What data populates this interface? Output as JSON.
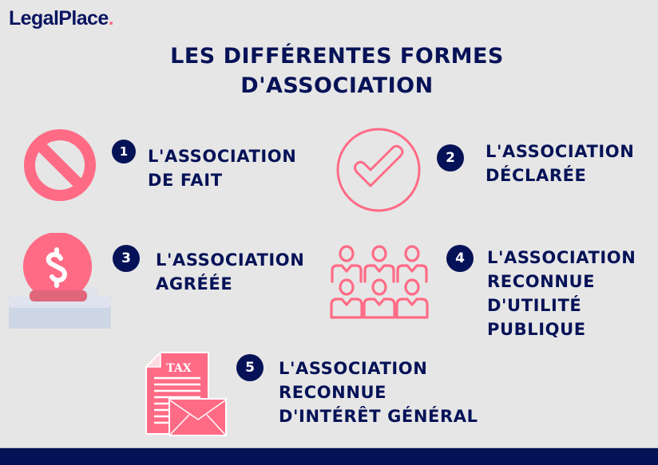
{
  "brand": {
    "name": "LegalPlace",
    "dot": ".",
    "text_color": "#0a1460",
    "accent_color": "#ff6b85"
  },
  "title": {
    "line1": "LES DIFFÉRENTES FORMES",
    "line2": "D'ASSOCIATION"
  },
  "colors": {
    "background": "#e6e6e6",
    "navy": "#061257",
    "pink": "#ff6b85",
    "footer": "#031155"
  },
  "items": [
    {
      "number": "1",
      "icon": "prohibited-icon",
      "lines": [
        "L'ASSOCIATION",
        "DE FAIT"
      ]
    },
    {
      "number": "2",
      "icon": "checkmark-circle-icon",
      "lines": [
        "L'ASSOCIATION",
        "DÉCLARÉE"
      ]
    },
    {
      "number": "3",
      "icon": "coin-dollar-box-icon",
      "lines": [
        "L'ASSOCIATION",
        "AGRÉÉE"
      ]
    },
    {
      "number": "4",
      "icon": "group-people-icon",
      "lines": [
        "L'ASSOCIATION",
        "RECONNUE",
        "D'UTILITÉ",
        "PUBLIQUE"
      ]
    },
    {
      "number": "5",
      "icon": "tax-document-envelope-icon",
      "tax_label": "TAX",
      "lines": [
        "L'ASSOCIATION",
        "RECONNUE",
        "D'INTÉRÊT GÉNÉRAL"
      ]
    }
  ]
}
